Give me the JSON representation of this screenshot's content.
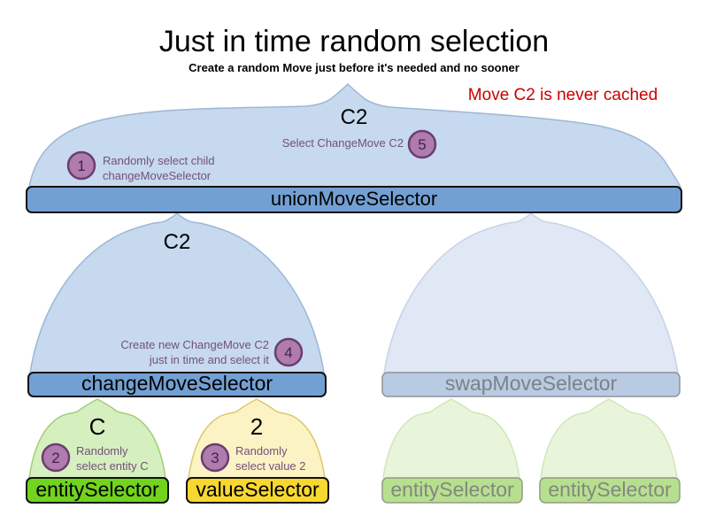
{
  "header": {
    "title": "Just in time random selection",
    "subtitle": "Create a random Move just before it's needed and no sooner",
    "note": "Move C2 is never cached"
  },
  "bars": {
    "union": "unionMoveSelector",
    "change": "changeMoveSelector",
    "swap": "swapMoveSelector",
    "entity": "entitySelector",
    "value": "valueSelector",
    "entity_faded_left": "entitySelector",
    "entity_faded_right": "entitySelector"
  },
  "results": {
    "union": "C2",
    "change": "C2",
    "entity": "C",
    "value": "2"
  },
  "steps": [
    {
      "num": "1",
      "line1": "Randomly select child",
      "line2": "changeMoveSelector"
    },
    {
      "num": "2",
      "line1": "Randomly",
      "line2": "select entity C"
    },
    {
      "num": "3",
      "line1": "Randomly",
      "line2": "select value 2"
    },
    {
      "num": "4",
      "line1": "Create new ChangeMove C2",
      "line2": "just in time and select it"
    },
    {
      "num": "5",
      "line1": "Select ChangeMove C2"
    }
  ],
  "colors": {
    "bar_blue": "#73a0d3",
    "funnel_blue": "#c6d9ee",
    "bar_green": "#71d41d",
    "bar_yellow": "#f8d830",
    "badge_purple": "#b07cad",
    "annotation_purple": "#75507b",
    "note_red": "#cc0000"
  }
}
